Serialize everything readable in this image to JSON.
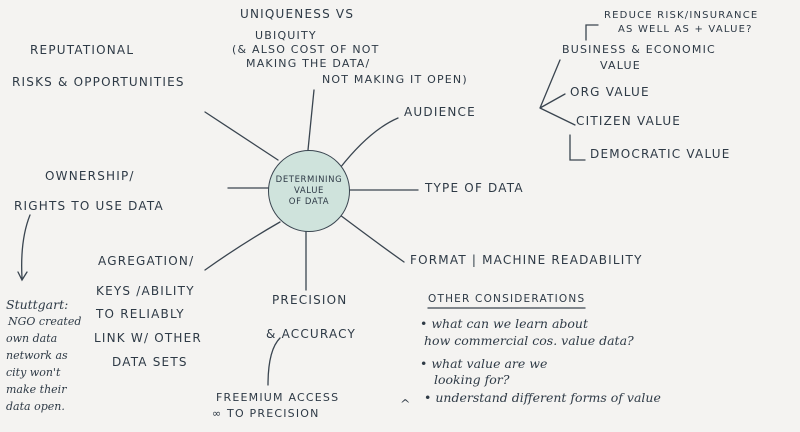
{
  "center": [
    "Determining",
    "Value",
    "of Data"
  ],
  "uniqueness": [
    "Uniqueness vs",
    "Ubiquity",
    "(& also cost of not",
    "making the data/",
    "not making it open)"
  ],
  "reputational": [
    "Reputational",
    "Risks & opportunities"
  ],
  "audience": {
    "label": "Audience",
    "children": [
      "Business & economic",
      "value",
      "Org value",
      "Citizen value",
      "Democratic value"
    ],
    "note": [
      "Reduce risk/insurance",
      "as well as + value?"
    ]
  },
  "ownership": [
    "Ownership/",
    "Rights to use data"
  ],
  "type_of_data": "Type of data",
  "format": "Format | machine readability",
  "aggregation": [
    "Agregation/",
    "Keys /ability",
    "to reliably",
    "link w/ other",
    "data sets"
  ],
  "precision": [
    "Precision",
    "& accuracy"
  ],
  "freemium": [
    "Freemium access",
    "∞ to precision"
  ],
  "stuttgart": [
    "Stuttgart:",
    "NGO created",
    "own data",
    "network as",
    "city won't",
    "make their",
    "data open."
  ],
  "other": {
    "title": "Other considerations",
    "lines": [
      "• what can we learn about",
      "how commercial cos. value data?",
      "• what value are we",
      "looking for?",
      "• understand different forms of value"
    ],
    "caret": "^"
  }
}
